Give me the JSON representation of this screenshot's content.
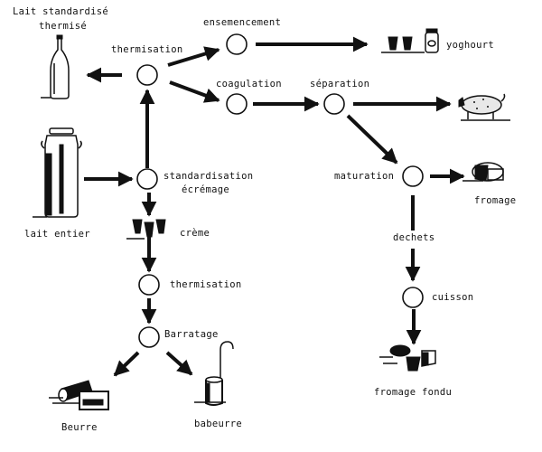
{
  "diagram": {
    "title": "Transformation du lait",
    "nodes": [
      {
        "id": "thermisation_1",
        "label": "thermisation"
      },
      {
        "id": "ensemencement",
        "label": "ensemencement"
      },
      {
        "id": "coagulation",
        "label": "coagulation"
      },
      {
        "id": "separation",
        "label": "séparation"
      },
      {
        "id": "standardisation",
        "label": "standardisation",
        "label2": "écrémage"
      },
      {
        "id": "thermisation_2",
        "label": "thermisation"
      },
      {
        "id": "barratage",
        "label": "Barratage"
      },
      {
        "id": "maturation",
        "label": "maturation"
      },
      {
        "id": "cuisson",
        "label": "cuisson"
      }
    ],
    "products": {
      "lait_standardise": {
        "label": "Lait standardisé",
        "label2": "thermisé",
        "icon": "milk-bottle-icon"
      },
      "yoghourt": {
        "label": "yoghourt",
        "icon": "yogurt-pots-icon"
      },
      "porc": {
        "label": "",
        "icon": "pig-icon"
      },
      "lait_entier": {
        "label": "lait entier",
        "icon": "milk-churn-icon"
      },
      "creme": {
        "label": "crème",
        "icon": "cream-pots-icon"
      },
      "fromage": {
        "label": "fromage",
        "icon": "cheese-wheel-icon"
      },
      "dechets": {
        "label": "dechets"
      },
      "fromage_fondu": {
        "label": "fromage fondu",
        "icon": "processed-cheese-icon"
      },
      "beurre": {
        "label": "Beurre",
        "icon": "butter-icon"
      },
      "babeurre": {
        "label": "babeurre",
        "icon": "buttermilk-pail-icon"
      }
    },
    "edges": [
      {
        "from": "lait_entier",
        "to": "standardisation"
      },
      {
        "from": "standardisation",
        "to": "thermisation_1"
      },
      {
        "from": "thermisation_1",
        "to": "lait_standardise"
      },
      {
        "from": "thermisation_1",
        "to": "ensemencement"
      },
      {
        "from": "thermisation_1",
        "to": "coagulation"
      },
      {
        "from": "ensemencement",
        "to": "yoghourt"
      },
      {
        "from": "coagulation",
        "to": "separation"
      },
      {
        "from": "separation",
        "to": "porc"
      },
      {
        "from": "separation",
        "to": "maturation"
      },
      {
        "from": "maturation",
        "to": "fromage"
      },
      {
        "from": "maturation",
        "to": "cuisson",
        "via": "dechets"
      },
      {
        "from": "cuisson",
        "to": "fromage_fondu"
      },
      {
        "from": "standardisation",
        "to": "creme"
      },
      {
        "from": "creme",
        "to": "thermisation_2"
      },
      {
        "from": "thermisation_2",
        "to": "barratage"
      },
      {
        "from": "barratage",
        "to": "beurre"
      },
      {
        "from": "barratage",
        "to": "babeurre"
      }
    ]
  }
}
